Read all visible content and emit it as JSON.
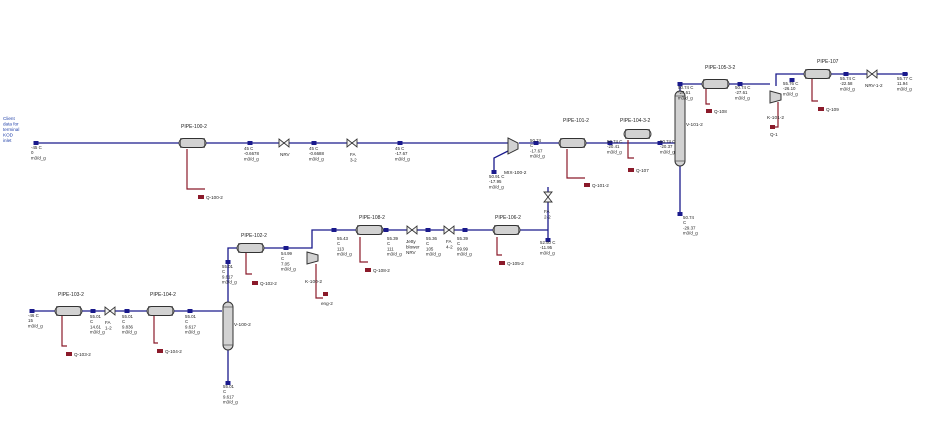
{
  "client_note": [
    "Client",
    "data for",
    "terminal",
    "KOD",
    "inlet"
  ],
  "colors": {
    "pipe": "#1a1a8c",
    "energy": "#8b1a2a",
    "unit_fill": "#d2d2d2",
    "unit_stroke": "#333333",
    "stream_marker": "#1a1a8c"
  },
  "pipes": [
    {
      "name": "PIPE-100-2",
      "energy": "Q-100-2"
    },
    {
      "name": "PIPE-101-2",
      "energy": "Q-101-2"
    },
    {
      "name": "PIPE-104-3-2",
      "energy": "Q-107"
    },
    {
      "name": "PIPE-105-3-2",
      "energy": "Q-108"
    },
    {
      "name": "PIPE-107",
      "energy": "Q-109"
    },
    {
      "name": "PIPE-108-2",
      "energy": "Q-108-2"
    },
    {
      "name": "PIPE-106-2",
      "energy": "Q-105-2"
    },
    {
      "name": "PIPE-102-2",
      "energy": "Q-102-2"
    },
    {
      "name": "PIPE-103-2",
      "energy": "Q-103-2"
    },
    {
      "name": "PIPE-104-2",
      "energy": "Q-104-2"
    }
  ],
  "valves": [
    {
      "name": "NRV"
    },
    {
      "name": "FA 3-2"
    },
    {
      "name": "NRV-1-2"
    },
    {
      "name": "Jetty blower NRV"
    },
    {
      "name": "FA 4-2"
    },
    {
      "name": "FA 1-2"
    },
    {
      "name": "FA 2-2"
    }
  ],
  "vessels": [
    {
      "name": "V-101-2"
    },
    {
      "name": "V-100-2"
    }
  ],
  "compressors": [
    {
      "name": "K-101-2",
      "energy": "Q-1"
    },
    {
      "name": "K-100-2",
      "energy": "eng-2"
    }
  ],
  "mixers": [
    {
      "name": "MIX-100-2"
    }
  ],
  "streams": [
    {
      "lines": [
        "-45 C",
        "0",
        "m3/d_g"
      ]
    },
    {
      "lines": [
        "45 C",
        "-0.6678",
        "m3/d_g"
      ]
    },
    {
      "lines": [
        "45 C",
        "-0.6688",
        "m3/d_g"
      ]
    },
    {
      "lines": [
        "45 C",
        "-17.67",
        "m3/d_g"
      ]
    },
    {
      "lines": [
        "50.74",
        "C",
        "-17.67",
        "m3/d_g"
      ]
    },
    {
      "lines": [
        "50.74 C",
        "-20.41",
        "m3/d_g"
      ]
    },
    {
      "lines": [
        "50.74 C",
        "-20.37",
        "m3/d_g"
      ]
    },
    {
      "lines": [
        "50.74",
        "C",
        "-29.37",
        "m3/d_g"
      ]
    },
    {
      "lines": [
        "50.74 C",
        "-27.61",
        "m3/d_g"
      ]
    },
    {
      "lines": [
        "50.74 C",
        "-27.61",
        "m3/d_g"
      ]
    },
    {
      "lines": [
        "55.76 C",
        "-26.10",
        "m3/d_g"
      ]
    },
    {
      "lines": [
        "55.74 C",
        "-22.58",
        "m3/d_g"
      ]
    },
    {
      "lines": [
        "55.77 C",
        "11.94",
        "m3/d_g"
      ]
    },
    {
      "lines": [
        "50.91 C",
        "-17.95",
        "m3/d_g"
      ]
    },
    {
      "lines": [
        "52.50 C",
        "-11.95",
        "m3/d_g"
      ]
    },
    {
      "lines": [
        "55.01",
        "C",
        "9.617",
        "m3/d_g"
      ]
    },
    {
      "lines": [
        "54.99",
        "C",
        "7.05",
        "m3/d_g"
      ]
    },
    {
      "lines": [
        "55.43",
        "C",
        "113",
        "m3/d_g"
      ]
    },
    {
      "lines": [
        "55.39",
        "C",
        "111",
        "m3/d_g"
      ]
    },
    {
      "lines": [
        "55.36",
        "C",
        "105",
        "m3/d_g"
      ]
    },
    {
      "lines": [
        "55.39",
        "C",
        "99.99",
        "m3/d_g"
      ]
    },
    {
      "lines": [
        "-46 C",
        "15",
        "m3/d_g"
      ]
    },
    {
      "lines": [
        "55.01",
        "C",
        "14.61",
        "m3/d_g"
      ]
    },
    {
      "lines": [
        "55.01",
        "C",
        "9.836",
        "m3/d_g"
      ]
    },
    {
      "lines": [
        "55.01",
        "C",
        "9.617",
        "m3/d_g"
      ]
    },
    {
      "lines": [
        "55.01",
        "C",
        "9.617",
        "m3/d_g"
      ]
    }
  ]
}
